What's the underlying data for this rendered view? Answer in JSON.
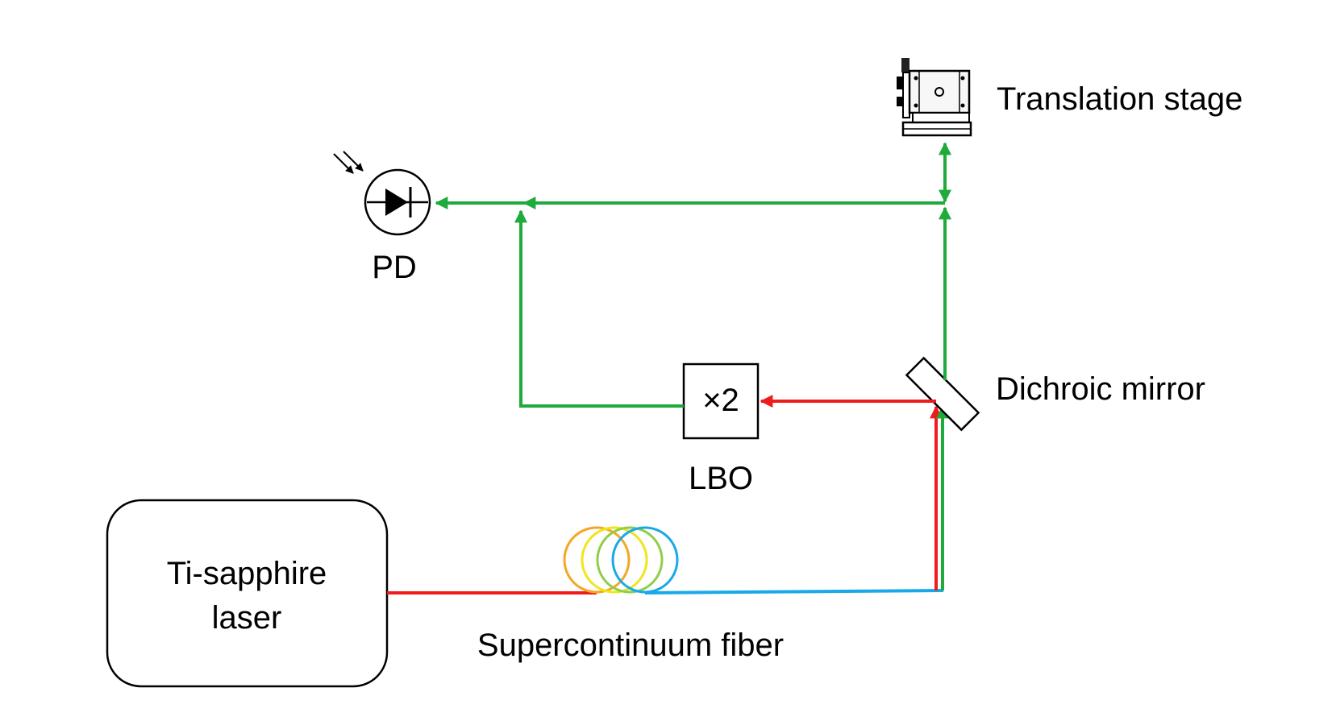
{
  "labels": {
    "laser": [
      "Ti-sapphire",
      "laser"
    ],
    "fiber": "Supercontinuum fiber",
    "lbo": "LBO",
    "doubler": "×2",
    "mirror": "Dichroic mirror",
    "stage": "Translation stage",
    "pd": "PD"
  },
  "colors": {
    "red": "#ee1c1c",
    "green": "#1fab3c",
    "blue": "#19a9e8",
    "orange": "#f5a623",
    "yellow": "#f0e51e",
    "lightgreen": "#8fce4c",
    "black": "#000000"
  }
}
